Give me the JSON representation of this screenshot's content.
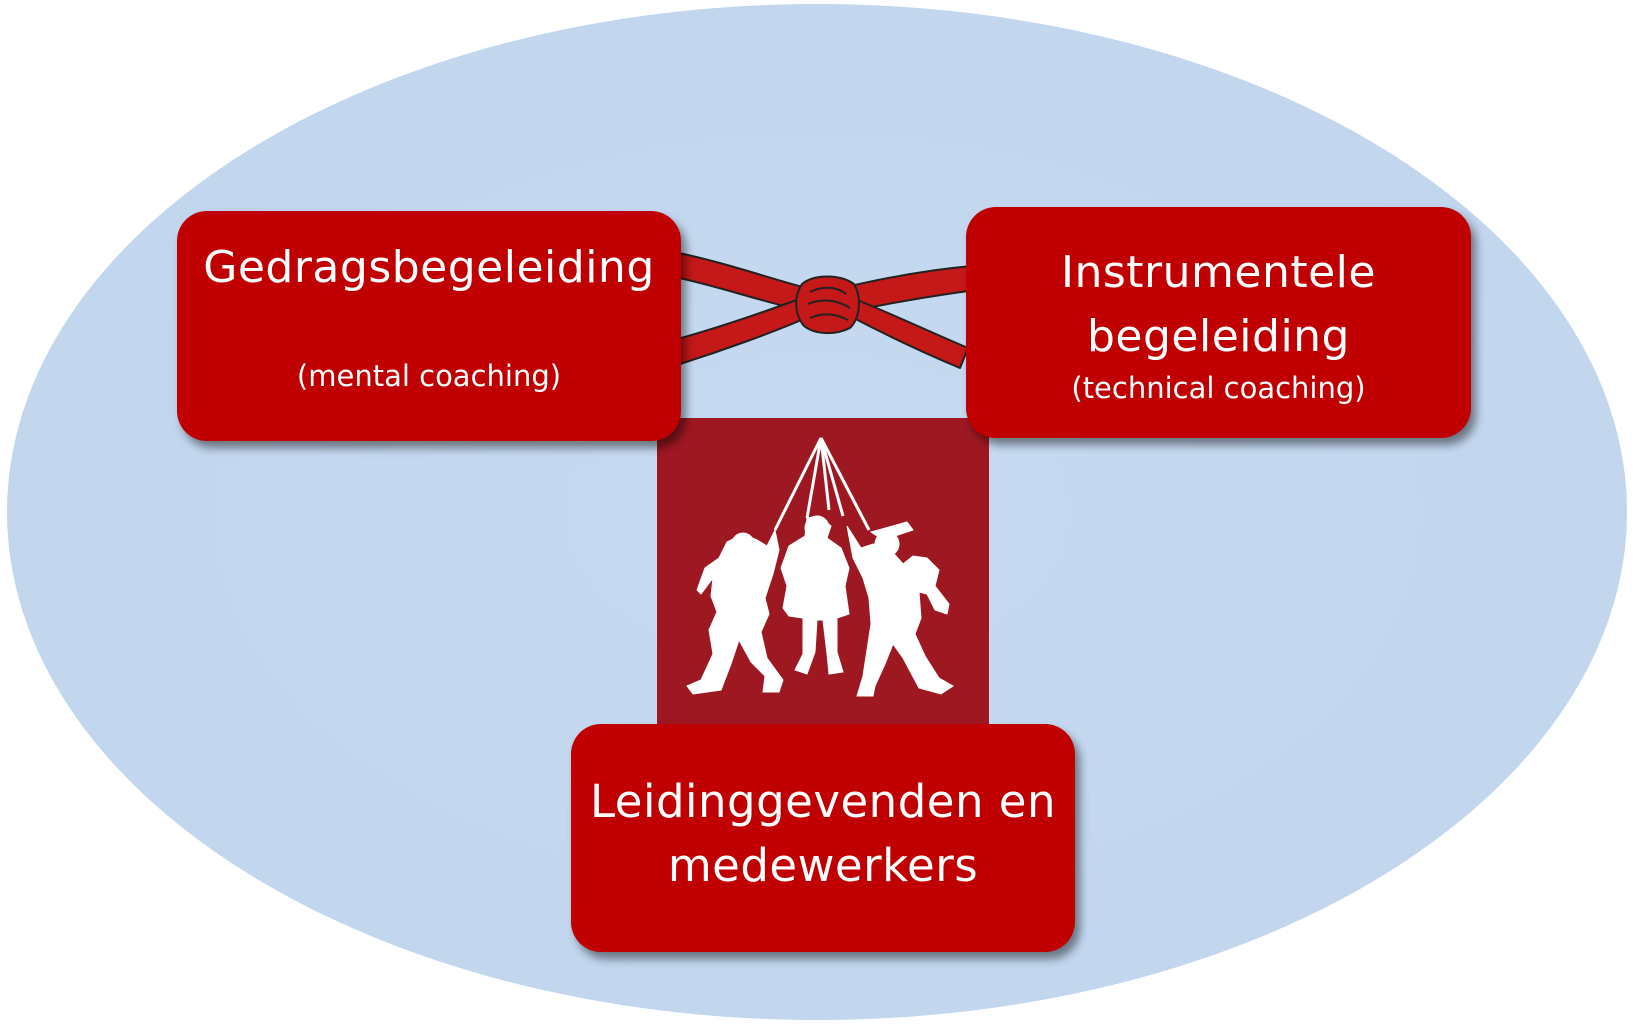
{
  "diagram": {
    "colors": {
      "background_ellipse": "#c5d9f0",
      "box_fill": "#c00000",
      "logo_tile": "#9e1822",
      "belt": "#c51818",
      "text": "#ffffff"
    },
    "nodes": {
      "behavioral": {
        "title": "Gedragsbegeleiding",
        "subtitle": "(mental coaching)"
      },
      "instrumental": {
        "title_line1": "Instrumentele",
        "title_line2": "begeleiding",
        "subtitle": "(technical coaching)"
      },
      "people": {
        "title_line1": "Leidinggevenden en",
        "title_line2": "medewerkers"
      }
    },
    "connector": {
      "icon": "belt-knot-icon",
      "joins": [
        "behavioral",
        "instrumental"
      ]
    },
    "logo": {
      "icon": "three-musketeers-icon"
    }
  }
}
